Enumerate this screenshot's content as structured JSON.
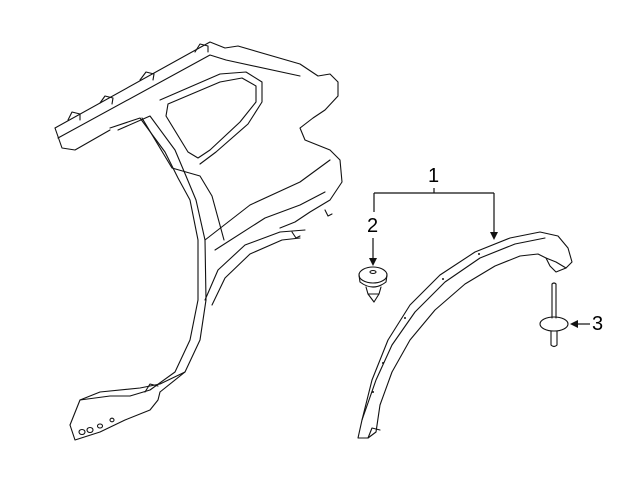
{
  "diagram": {
    "background": "#ffffff",
    "line_color": "#111111",
    "parts": [
      {
        "id": "quarter-panel",
        "callout": ""
      },
      {
        "id": "wheel-opening-molding",
        "callout": "1"
      },
      {
        "id": "push-clip",
        "callout": "2"
      },
      {
        "id": "retainer-stud",
        "callout": "3"
      }
    ],
    "callouts": {
      "c1": "1",
      "c2": "2",
      "c3": "3"
    }
  }
}
